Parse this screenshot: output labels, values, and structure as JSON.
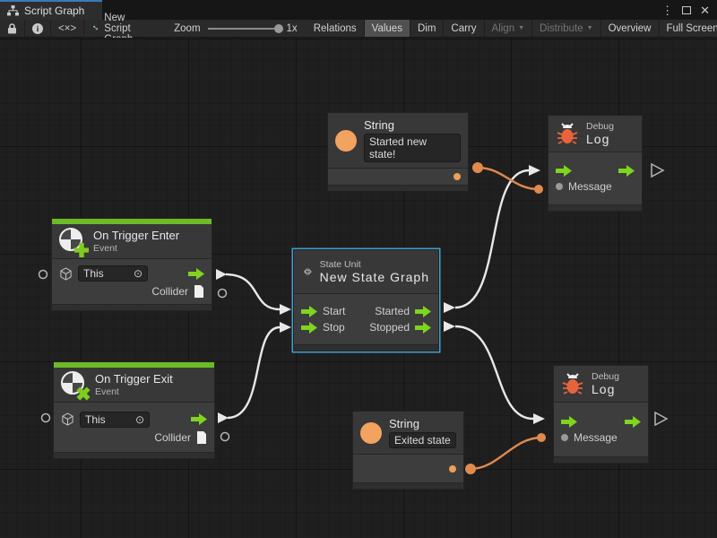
{
  "titlebar": {
    "tab_label": "Script Graph",
    "kebab_glyph": "⋮",
    "close_glyph": "✕"
  },
  "toolbar": {
    "code_toggle_glyph": "<×>",
    "graph_name": "New Script Graph",
    "zoom_label": "Zoom",
    "zoom_value": "1x",
    "buttons": {
      "relations": "Relations",
      "values": "Values",
      "dim": "Dim",
      "carry": "Carry",
      "align": "Align",
      "distribute": "Distribute",
      "overview": "Overview",
      "fullscreen": "Full Screen"
    },
    "values_active": true,
    "caret_glyph": "▼"
  },
  "nodes": {
    "on_trigger_enter": {
      "title": "On Trigger Enter",
      "subtitle": "Event",
      "this_value": "This",
      "target_glyph": "⊙",
      "collider_label": "Collider"
    },
    "on_trigger_exit": {
      "title": "On Trigger Exit",
      "subtitle": "Event",
      "this_value": "This",
      "target_glyph": "⊙",
      "collider_label": "Collider"
    },
    "state_unit": {
      "title": "State Unit",
      "subtitle": "New State Graph",
      "start_label": "Start",
      "stop_label": "Stop",
      "started_label": "Started",
      "stopped_label": "Stopped"
    },
    "string_top": {
      "title": "String",
      "value": "Started new state!"
    },
    "string_bottom": {
      "title": "String",
      "value": "Exited state"
    },
    "debug_top": {
      "title": "Debug",
      "subtitle": "Log",
      "message_label": "Message"
    },
    "debug_bottom": {
      "title": "Debug",
      "subtitle": "Log",
      "message_label": "Message"
    }
  },
  "colors": {
    "accent_green": "#7fd41e",
    "event_bar_green": "#6cbb27",
    "value_orange": "#e08a4e",
    "flow_wire_white": "#e8e8e8",
    "selection_blue": "#3f9fd0",
    "bug_orange": "#e8633c",
    "canvas_bg": "#1f1f1f",
    "node_bg": "#3d3d3d"
  }
}
